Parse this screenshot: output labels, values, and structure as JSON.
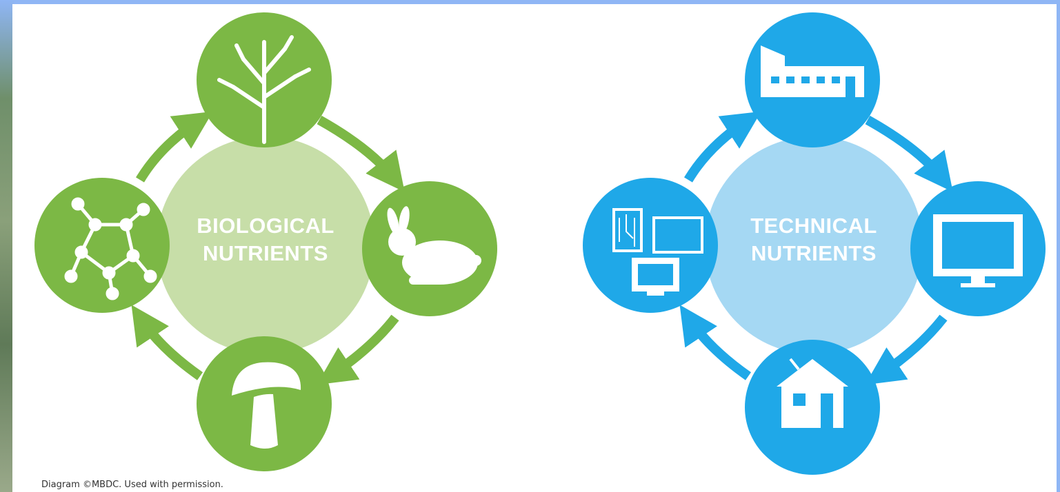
{
  "colors": {
    "green": "#7cb845",
    "green_light": "#c7dea8",
    "blue": "#1fa8e8",
    "blue_light": "#a5d8f3"
  },
  "biological": {
    "label_line1": "BIOLOGICAL",
    "label_line2": "NUTRIENTS",
    "nodes": [
      "tree-icon",
      "rabbit-icon",
      "mushroom-icon",
      "molecule-icon"
    ]
  },
  "technical": {
    "label_line1": "TECHNICAL",
    "label_line2": "NUTRIENTS",
    "nodes": [
      "factory-icon",
      "monitor-icon",
      "house-icon",
      "electronics-icon"
    ]
  },
  "credit": "Diagram ©MBDC. Used with permission."
}
